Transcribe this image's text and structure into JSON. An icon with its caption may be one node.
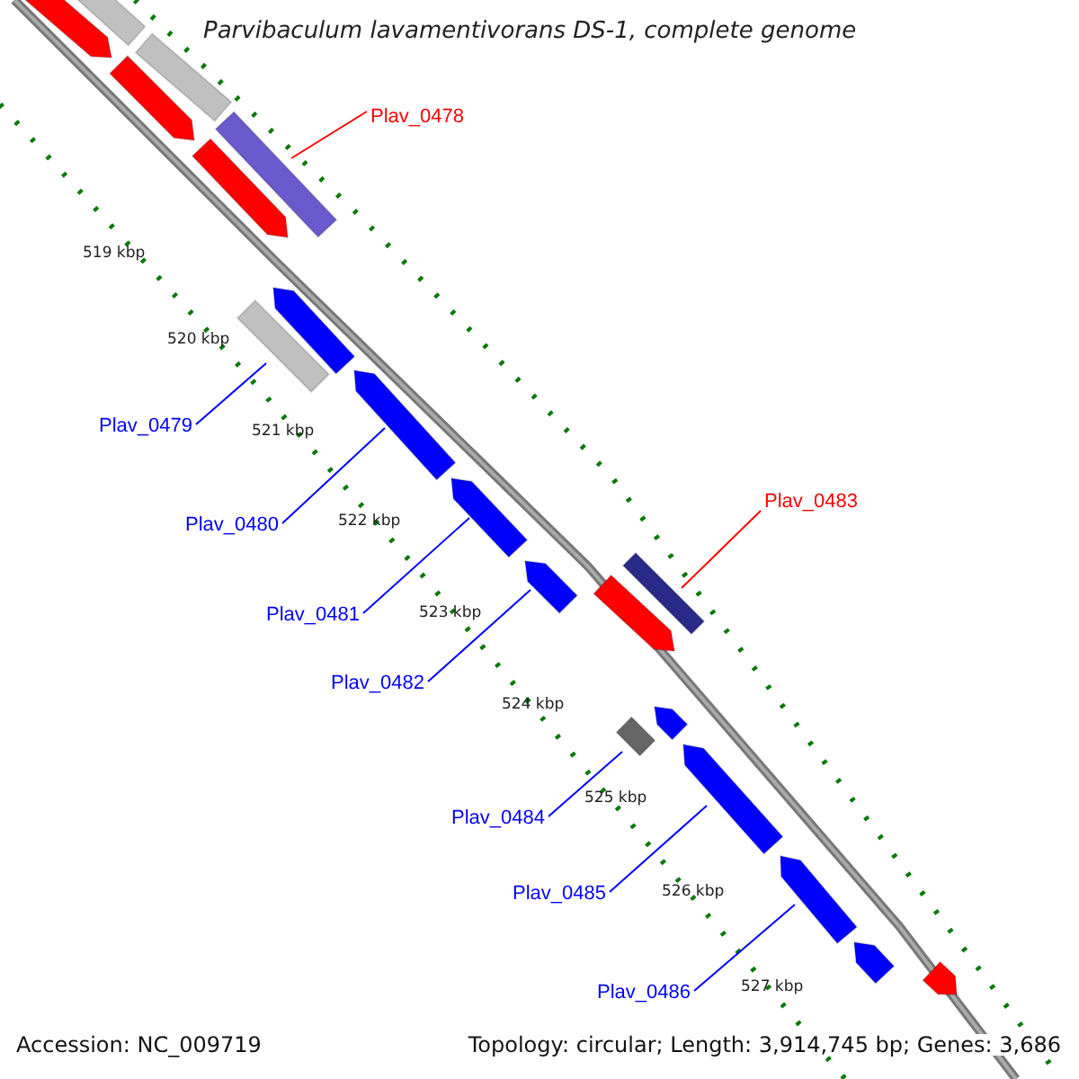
{
  "diagram": {
    "title": "Parvibaculum lavamentivorans DS-1, complete genome",
    "nodes": [
      {
        "text": [
          "Plav_0478"
        ]
      },
      {
        "text": [
          "Plav_0479"
        ]
      },
      {
        "text": [
          "Plav_0480"
        ]
      },
      {
        "text": [
          "Plav_0483"
        ]
      },
      {
        "text": [
          "Plav_0481"
        ]
      },
      {
        "text": [
          "Plav_0482"
        ]
      },
      {
        "text": [
          "Plav_0484"
        ]
      },
      {
        "text": [
          "Plav_0485"
        ]
      },
      {
        "text": [
          "Plav_0486"
        ]
      },
      {
        "text": [],
        "shape": "bar"
      },
      {
        "text": [],
        "shape": "bar"
      },
      {
        "text": [],
        "shape": "bar"
      },
      {
        "text": [],
        "shape": "bar"
      },
      {
        "text": [],
        "shape": "bar"
      },
      {
        "text": [],
        "shape": "bar"
      },
      {
        "text": [],
        "shape": "bar"
      },
      {
        "text": [],
        "shape": "bar"
      },
      {
        "text": [],
        "shape": "bar"
      }
    ],
    "edges": [
      {
        "from": 0,
        "to": 9,
        "arrow": "none",
        "color": "#ff0000"
      },
      {
        "from": 1,
        "to": 10,
        "arrow": "none"
      },
      {
        "from": 2,
        "to": 11,
        "arrow": "none"
      },
      {
        "from": 3,
        "to": 12,
        "arrow": "none",
        "color": "#ff0000"
      },
      {
        "from": 4,
        "to": 13,
        "arrow": "none"
      },
      {
        "from": 5,
        "to": 14,
        "arrow": "none"
      },
      {
        "from": 6,
        "to": 15,
        "arrow": "none"
      },
      {
        "from": 7,
        "to": 16,
        "arrow": "none"
      },
      {
        "from": 8,
        "to": 17,
        "arrow": "none"
      }
    ],
    "labels": [
      "519 kbp",
      "520 kbp",
      "521 kbp",
      "522 kbp",
      "523 kbp",
      "524 kbp",
      "525 kbp",
      "526 kbp",
      "527 kbp",
      "Accession: NC_009719",
      "Topology: circular; Length: 3,914,745 bp; Genes: 3,686"
    ]
  }
}
